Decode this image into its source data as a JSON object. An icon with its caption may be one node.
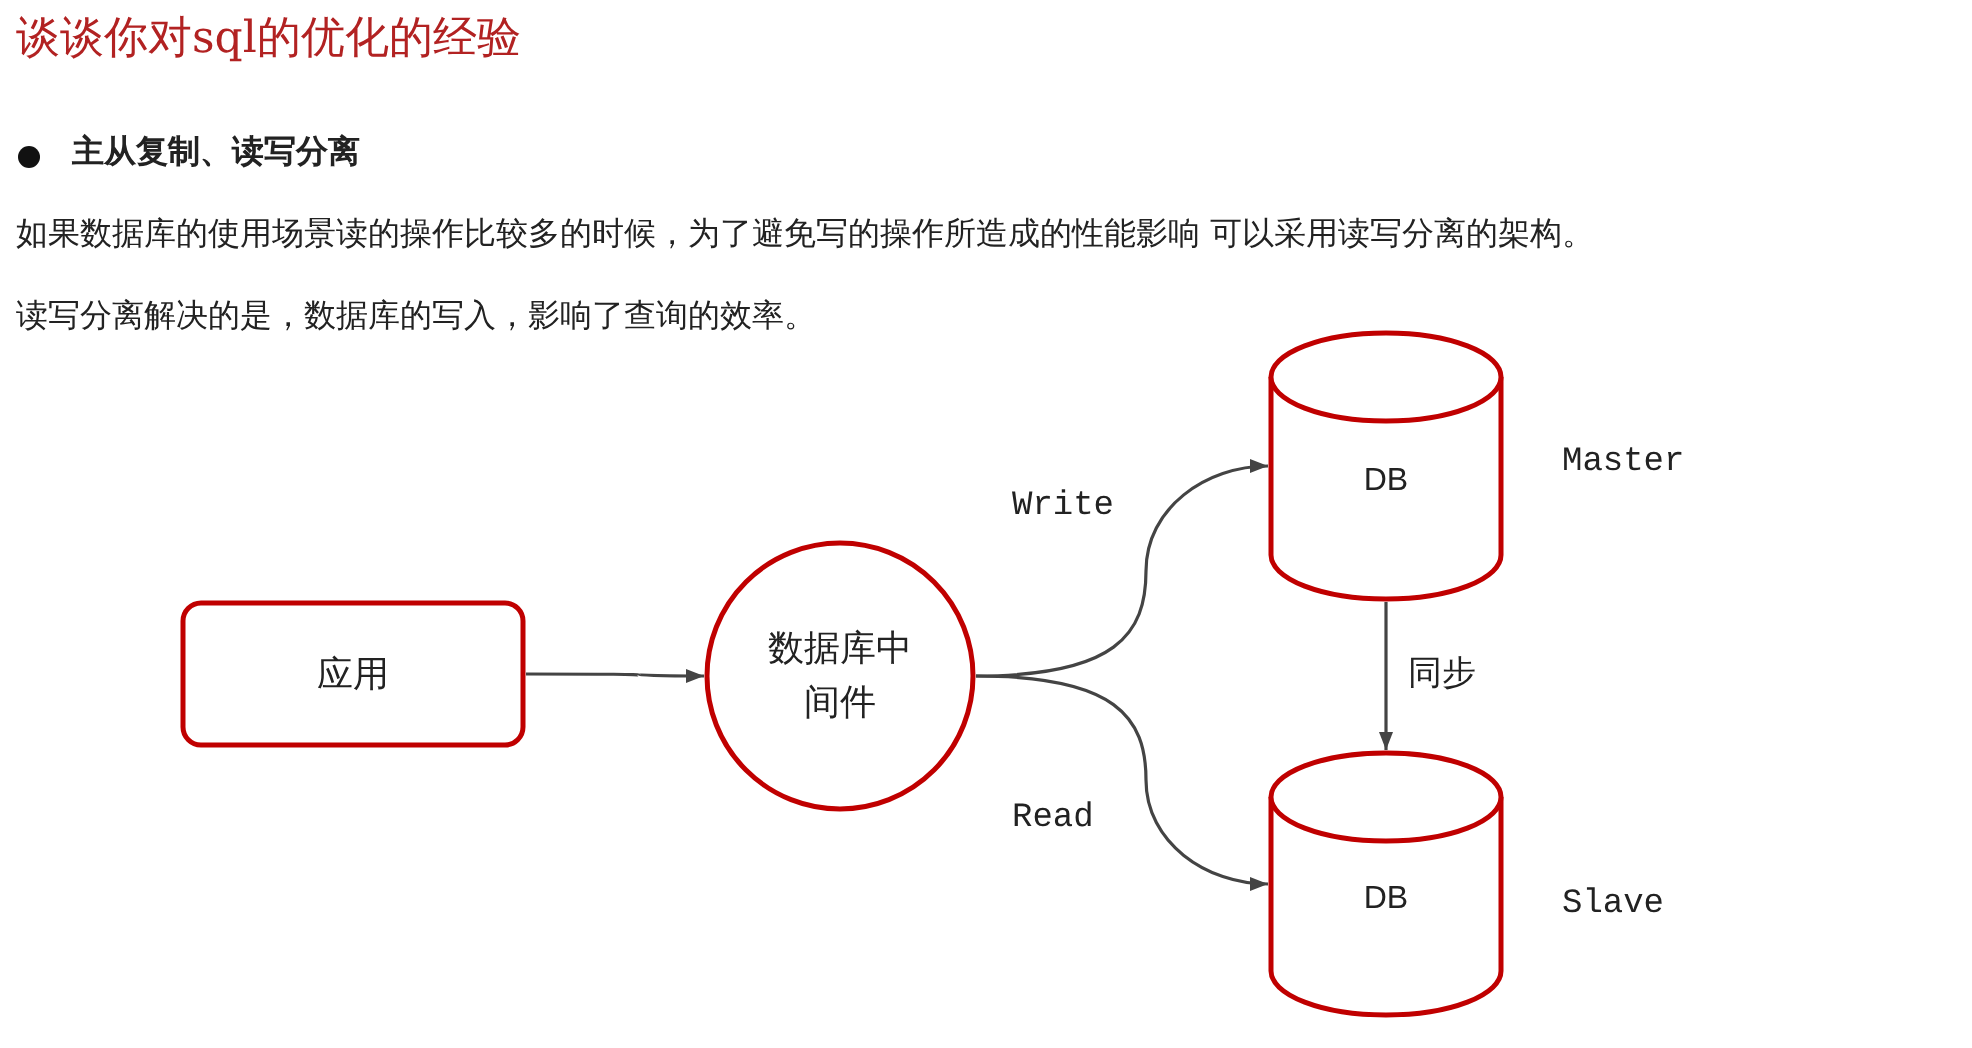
{
  "diagram": {
    "title": "谈谈你对sql的优化的经验",
    "nodes": [
      {
        "text": [
          "应用"
        ]
      },
      {
        "text": [
          "数据库中间件"
        ]
      },
      {
        "text": [
          "DB"
        ],
        "beside": [
          "Master"
        ]
      },
      {
        "text": [
          "DB"
        ],
        "beside": [
          "Slave"
        ]
      }
    ],
    "edges": [
      {
        "from": 0,
        "to": 1,
        "arrow": "to"
      },
      {
        "from": 1,
        "to": 2,
        "arrow": "to",
        "label": "Write"
      },
      {
        "from": 1,
        "to": 3,
        "arrow": "to",
        "label": "Read"
      },
      {
        "from": 2,
        "to": 3,
        "arrow": "to",
        "label": "同步"
      }
    ],
    "labels": [
      "主从复制、读写分离",
      "如果数据库的使用场景读的操作比较多的时候，为了避免写的操作所造成的性能影响 可以采用读写分离的架构。",
      "读写分离解决的是，数据库的写入，影响了查询的效率。"
    ]
  }
}
